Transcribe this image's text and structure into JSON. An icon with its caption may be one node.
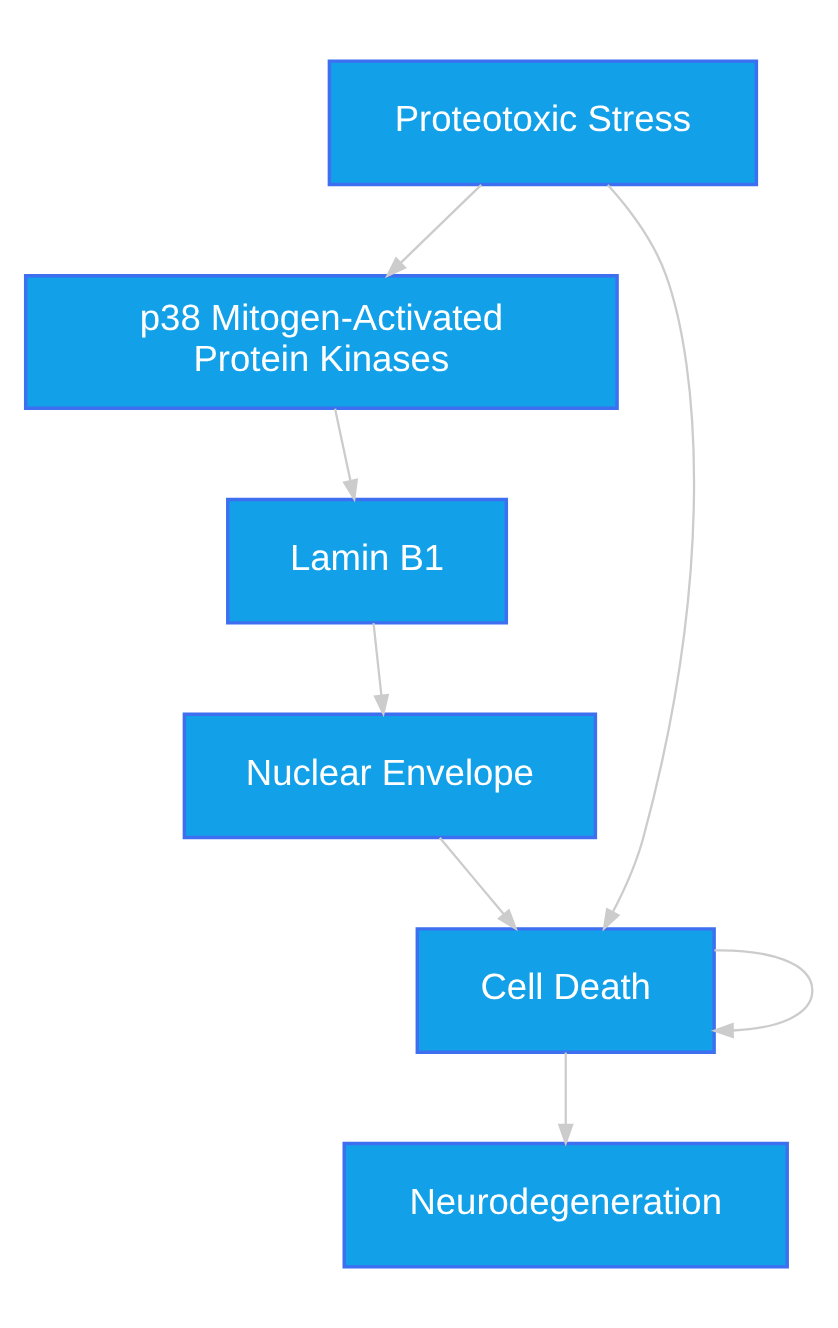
{
  "diagram": {
    "nodes": [
      {
        "text": [
          "Proteotoxic Stress"
        ]
      },
      {
        "text": [
          "p38 Mitogen-Activated Protein Kinases"
        ]
      },
      {
        "text": [
          "Lamin B1"
        ]
      },
      {
        "text": [
          "Nuclear Envelope"
        ]
      },
      {
        "text": [
          "Cell Death"
        ]
      },
      {
        "text": [
          "Neurodegeneration"
        ]
      }
    ],
    "edges": [
      {
        "from": 0,
        "to": 1,
        "arrow": "to"
      },
      {
        "from": 1,
        "to": 2,
        "arrow": "to"
      },
      {
        "from": 2,
        "to": 3,
        "arrow": "to"
      },
      {
        "from": 3,
        "to": 4,
        "arrow": "to"
      },
      {
        "from": 0,
        "to": 4,
        "arrow": "to"
      },
      {
        "from": 4,
        "to": 4,
        "arrow": "to"
      },
      {
        "from": 4,
        "to": 5,
        "arrow": "to"
      }
    ]
  }
}
